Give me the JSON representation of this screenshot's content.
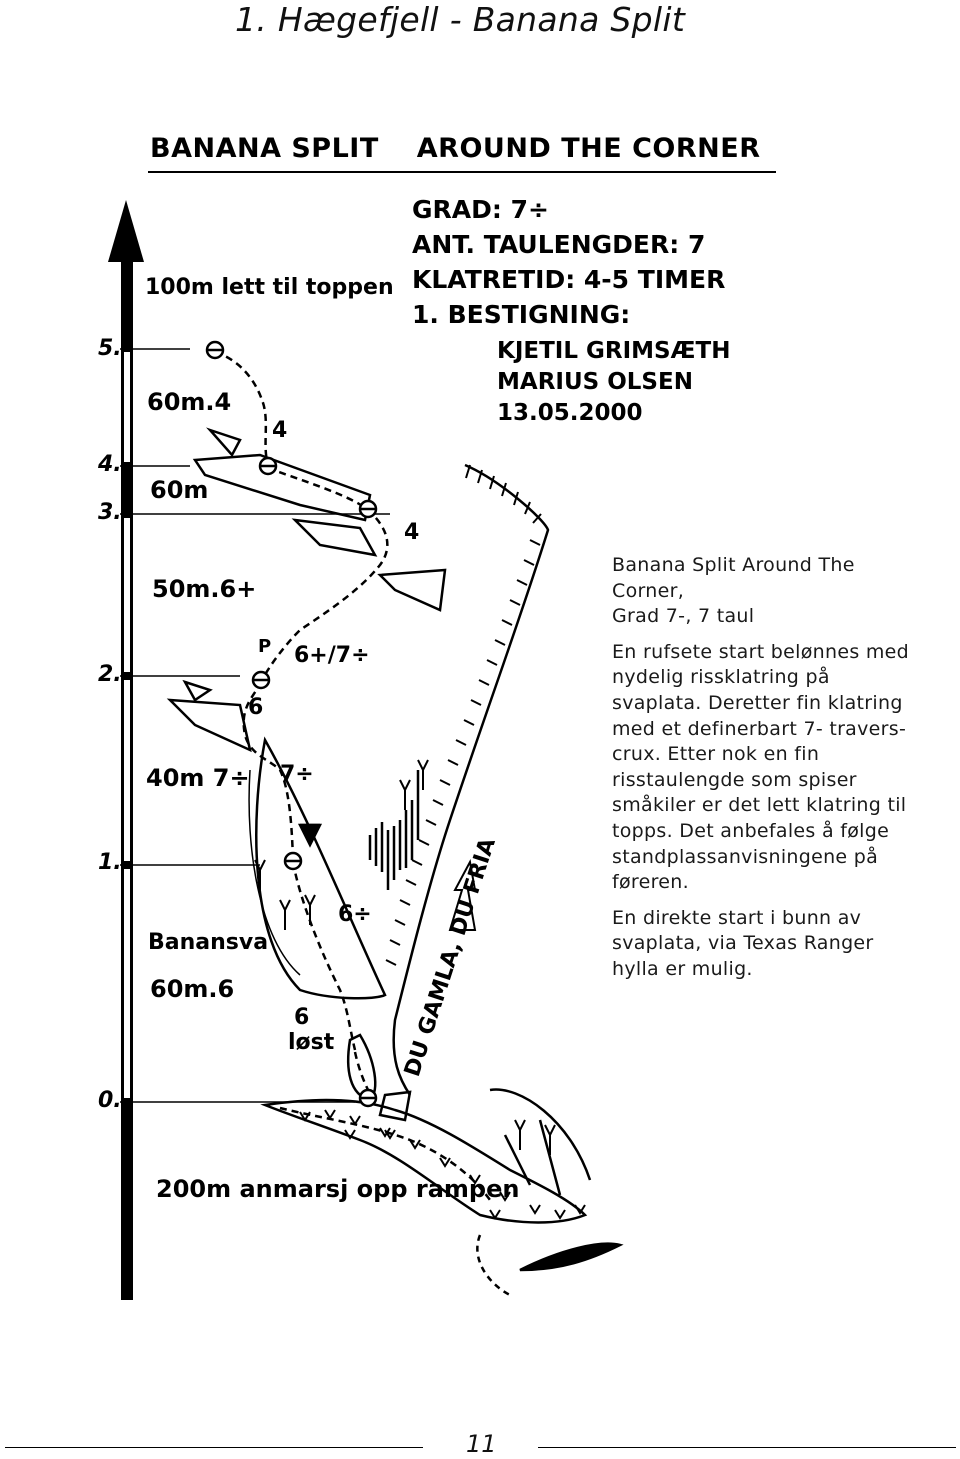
{
  "page": {
    "title": "1. Hægefjell - Banana Split",
    "page_number": "11"
  },
  "topo": {
    "route_name": "BANANA SPLIT",
    "route_name_2": "AROUND THE CORNER",
    "grade": "GRAD: 7÷",
    "pitches": "ANT. TAULENGDER: 7",
    "time": "KLATRETID: 4-5 TIMER",
    "first_ascent_label": "1. BESTIGNING:",
    "first_ascent_1": "KJETIL GRIMSÆTH",
    "first_ascent_2": "MARIUS OLSEN",
    "first_ascent_date": "13.05.2000",
    "scale_marks": [
      "5.",
      "4.",
      "3.",
      "2.",
      "1.",
      "0."
    ],
    "top_note": "100m lett til toppen",
    "pitch_labels": {
      "p5": "60m.4",
      "p4": "60m",
      "p3": "50m.6+",
      "p2": "40m 7÷",
      "p1a": "Banansva",
      "p1b": "60m.6"
    },
    "route_grades": {
      "g4a": "4",
      "g4b": "4",
      "g_p": "P",
      "g_67": "6+/7÷",
      "g_6": "6",
      "g_7": "7÷",
      "g_6b": "6÷",
      "g_6c": "6",
      "g_lost": "løst"
    },
    "approach_note": "200m anmarsj opp rampen",
    "neighbour_route": "DU GAMLA, DU FRIA"
  },
  "description": {
    "header_lines": [
      "Banana Split Around The",
      "Corner,",
      "Grad 7-, 7 taul"
    ],
    "body_lines": [
      "En rufsete start belønnes med",
      "nydelig rissklatring på",
      "svaplata. Deretter fin klatring",
      "med et definerbart 7- travers-",
      "crux. Etter nok en fin",
      "risstaulengde som spiser",
      "småkiler er det lett klatring til",
      "topps. Det anbefales å følge",
      "standplassanvisningene på",
      "føreren."
    ],
    "footer_lines": [
      "En direkte start i bunn av",
      "svaplata, via Texas Ranger",
      "hylla er mulig."
    ]
  }
}
